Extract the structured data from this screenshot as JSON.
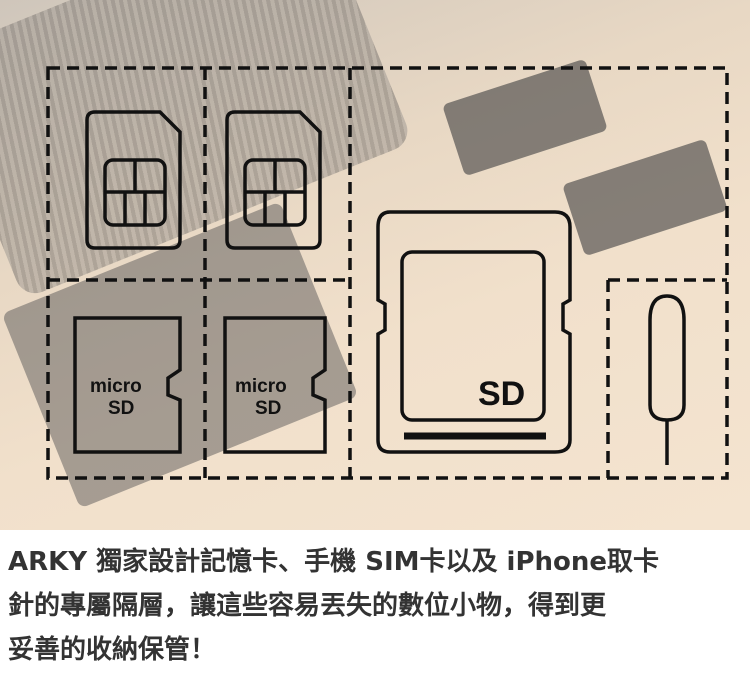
{
  "diagram": {
    "micro_label": "micro",
    "sd_small_label": "SD",
    "sd_label": "SD"
  },
  "caption": {
    "lines": [
      "ARKY 獨家設計記憶卡、手機 SIM卡以及 iPhone取卡",
      "針的專屬隔層，讓這些容易丟失的數位小物，得到更",
      "妥善的收納保管！"
    ]
  }
}
